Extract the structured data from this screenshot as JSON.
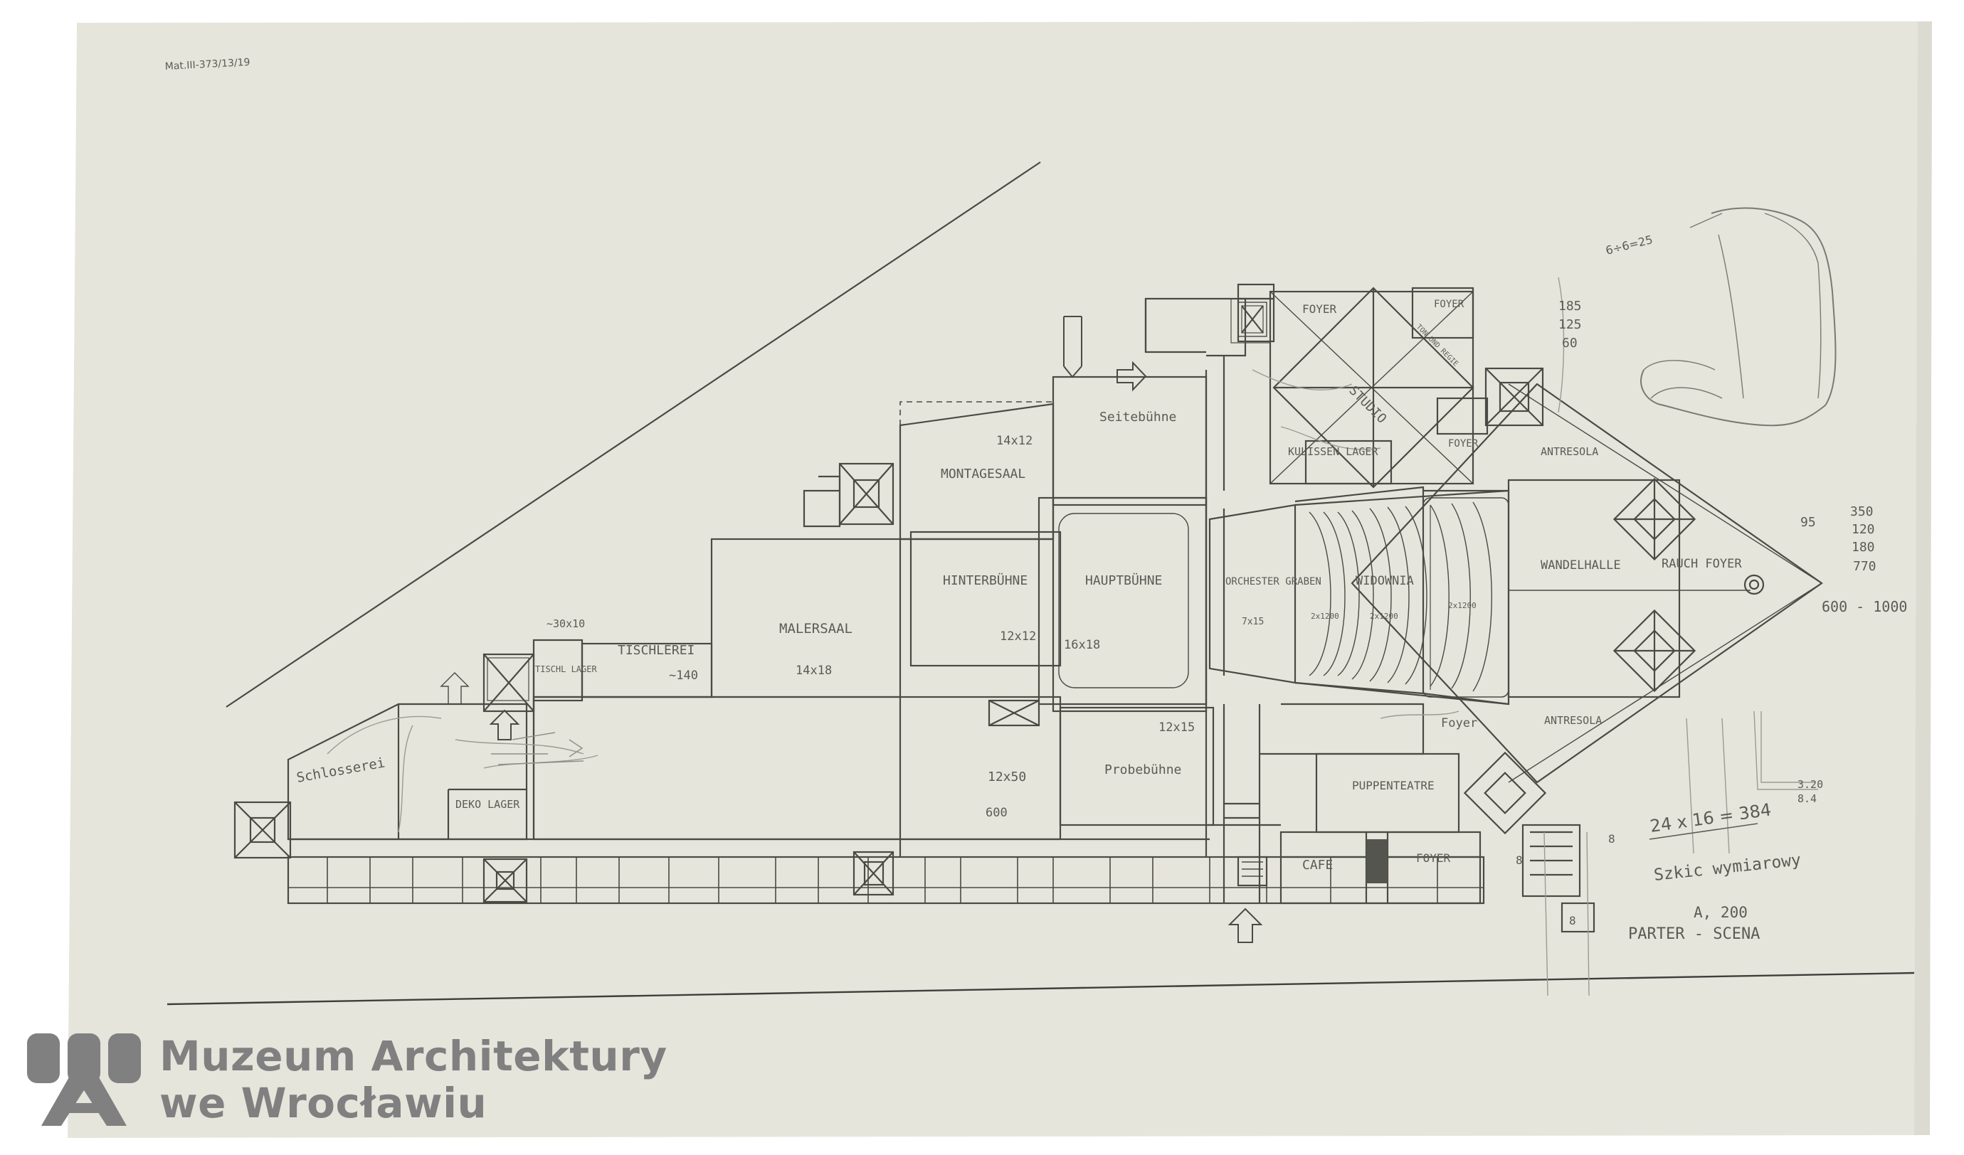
{
  "sheet": {
    "paper_color": "#e6e5dc",
    "line_color": "#4a4a45",
    "archive_ref": "Mat.III-373/13/19",
    "scale_note": "6÷6=25",
    "title_lines": [
      "Szkic wymiarowy",
      "A, 200",
      "PARTER - SCENA"
    ],
    "dims_right": [
      "95",
      "350",
      "120",
      "180",
      "770",
      "600 - 1000"
    ],
    "dims_left_sketch": [
      "185",
      "125",
      "60"
    ],
    "dims_small": [
      "3.20",
      "8.4"
    ],
    "area_note": "24 x 16 = 384",
    "marks": [
      "8",
      "8",
      "8"
    ]
  },
  "rooms": {
    "schlosserei": "Schlosserei",
    "deko_lager": "DEKO LAGER",
    "tischlerei_lager": "TISCHL LAGER",
    "tischlerei_dim": "~30x10",
    "tischlerei": "TISCHLEREI",
    "tischlerei_area": "~140",
    "malersaal": "MALERSAAL",
    "malersaal_dim": "14x18",
    "montagesaal": "MONTAGESAAL",
    "montagesaal_dim": "14x12",
    "hinterbuehne": "HINTERBÜHNE",
    "hinterbuehne_dim": "12x12",
    "seitenbuehne": "Seitebühne",
    "hauptbuehne": "HAUPTBÜHNE",
    "hauptbuehne_dim": "16x18",
    "probebuehne": "Probebühne",
    "probebuehne_dim": "12x15",
    "lower_hall_dim": "12x50",
    "lower_hall_area": "600",
    "orchestergraben": "ORCHESTER GRABEN",
    "orchestergraben_dim": "7x15",
    "widownia": "WIDOWNIA",
    "zuschauer_dims": [
      "2x1200",
      "2x1200",
      "2x1200"
    ],
    "foyer_1": "FOYER",
    "foyer_2": "FOYER",
    "ton_regie": "TON UND REGIE",
    "studio": "STUDIO",
    "kulissen_lager": "KULISSEN LAGER",
    "foyer_3": "FOYER",
    "antresola_1": "ANTRESOLA",
    "wandelhalle": "WANDELHALLE",
    "rauch_foyer": "RAUCH FOYER",
    "foyer_4": "Foyer",
    "antresola_2": "ANTRESOLA",
    "puppentheater": "PUPPENTEATRE",
    "cafe": "CAFE",
    "foyer_5": "FOYER"
  },
  "brand": {
    "name_line1": "Muzeum Architektury",
    "name_line2": "we Wrocławiu",
    "color": "#808080"
  }
}
